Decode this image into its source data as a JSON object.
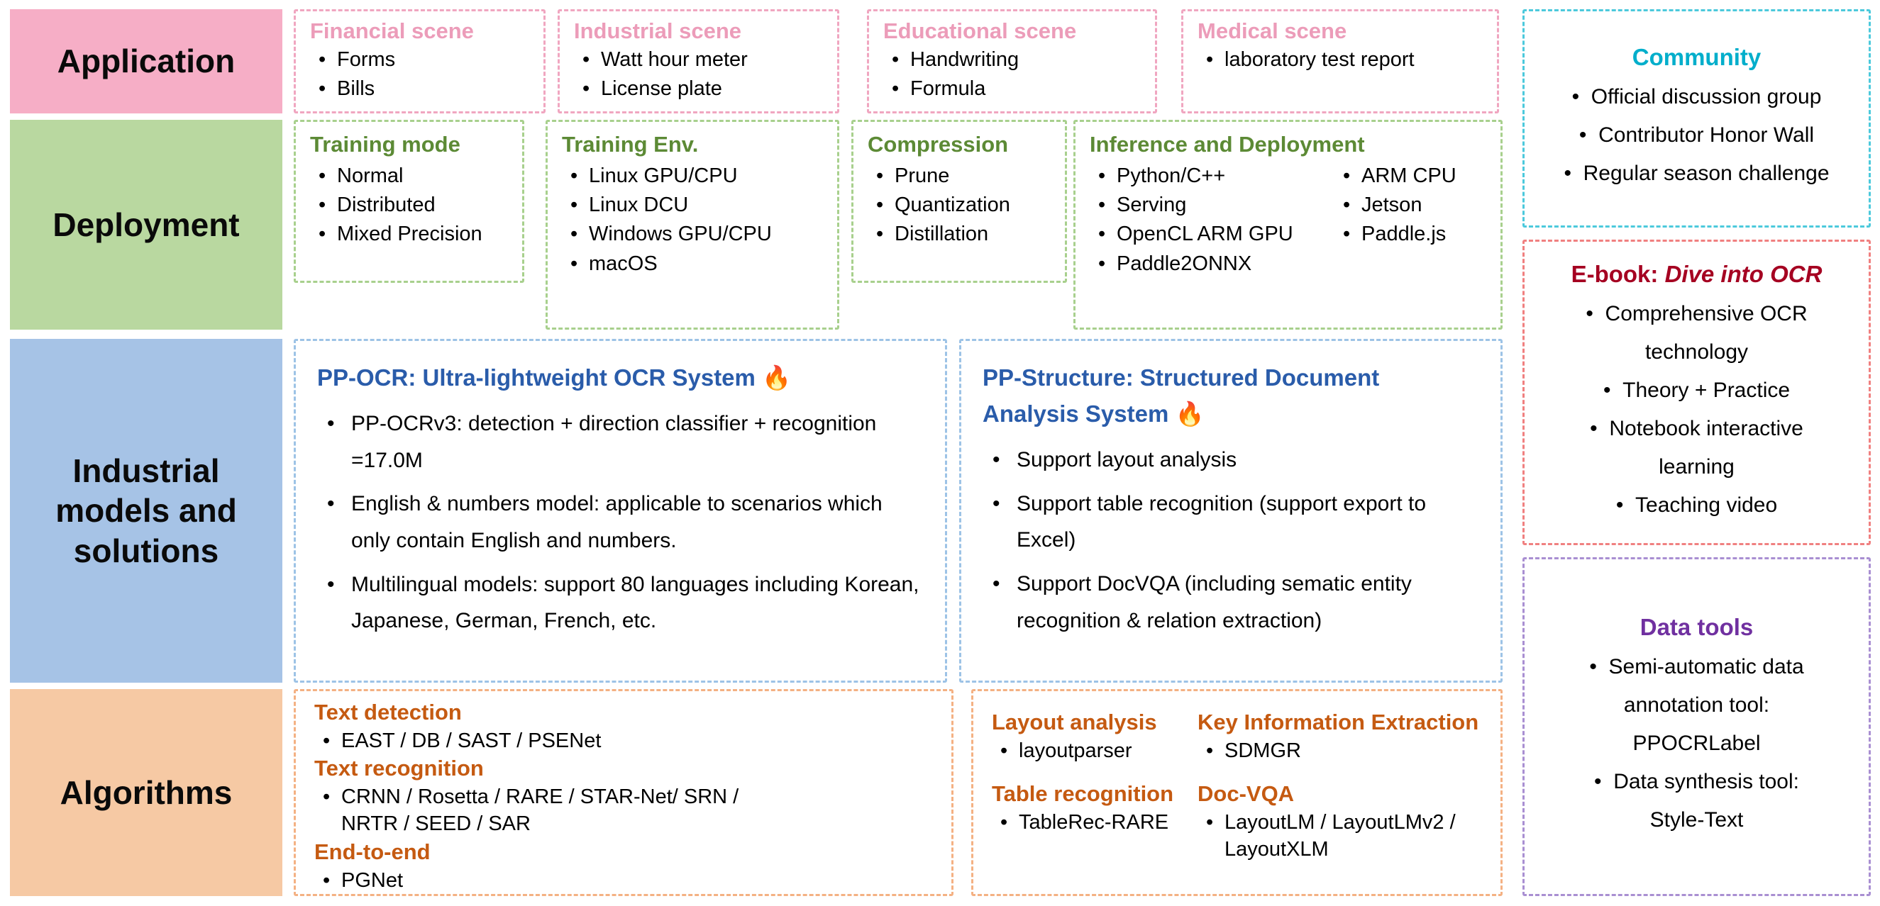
{
  "colors": {
    "application_bg": "#f6aec6",
    "application_border": "#f0a6c0",
    "application_title": "#ec9cb9",
    "deployment_bg": "#b9d8a0",
    "deployment_border": "#a8d08d",
    "deployment_title": "#5c8a35",
    "industrial_bg": "#a6c3e6",
    "industrial_border": "#9dc3e6",
    "industrial_title": "#2a5caa",
    "algorithms_bg": "#f6c9a4",
    "algorithms_border": "#f4b183",
    "algorithms_title": "#c55a11",
    "community_accent": "#00aecb",
    "ebook_accent": "#a50021",
    "datatools_accent": "#7030a0"
  },
  "labels": {
    "application": "Application",
    "deployment": "Deployment",
    "industrial": "Industrial models and solutions",
    "algorithms": "Algorithms"
  },
  "application": {
    "boxes": [
      {
        "title": "Financial scene",
        "items": [
          "Forms",
          "Bills"
        ]
      },
      {
        "title": "Industrial scene",
        "items": [
          "Watt hour meter",
          "License plate"
        ]
      },
      {
        "title": "Educational scene",
        "items": [
          "Handwriting",
          "Formula"
        ]
      },
      {
        "title": "Medical scene",
        "items": [
          "laboratory test report"
        ]
      }
    ]
  },
  "deployment": {
    "training_mode": {
      "title": "Training mode",
      "items": [
        "Normal",
        "Distributed",
        "Mixed Precision"
      ]
    },
    "training_env": {
      "title": "Training Env.",
      "items": [
        "Linux GPU/CPU",
        "Linux DCU",
        "Windows GPU/CPU",
        "macOS"
      ]
    },
    "compression": {
      "title": "Compression",
      "items": [
        "Prune",
        "Quantization",
        "Distillation"
      ]
    },
    "inference": {
      "title": "Inference and Deployment",
      "col1": [
        "Python/C++",
        "Serving",
        "OpenCL ARM GPU",
        "Paddle2ONNX"
      ],
      "col2": [
        "ARM CPU",
        "Jetson",
        "Paddle.js"
      ]
    }
  },
  "industrial": {
    "ppocr": {
      "title": "PP-OCR: Ultra-lightweight OCR System",
      "flame": "🔥",
      "items": [
        "PP-OCRv3: detection + direction classifier + recognition =17.0M",
        "English & numbers model: applicable to scenarios which only contain English and numbers.",
        "Multilingual models: support 80 languages including Korean, Japanese, German, French, etc."
      ]
    },
    "ppstructure": {
      "title": "PP-Structure: Structured Document Analysis System",
      "flame": "🔥",
      "items": [
        "Support layout analysis",
        "Support table recognition (support export to Excel)",
        "Support DocVQA (including sematic entity recognition & relation extraction)"
      ]
    }
  },
  "algorithms": {
    "text_detection": {
      "title": "Text detection",
      "items": [
        "EAST / DB / SAST / PSENet"
      ]
    },
    "text_recognition": {
      "title": "Text recognition",
      "items": [
        "CRNN / Rosetta / RARE / STAR-Net/ SRN / NRTR / SEED / SAR"
      ]
    },
    "end_to_end": {
      "title": "End-to-end",
      "items": [
        "PGNet"
      ]
    },
    "layout_analysis": {
      "title": "Layout analysis",
      "items": [
        "layoutparser"
      ]
    },
    "table_recognition": {
      "title": "Table recognition",
      "items": [
        "TableRec-RARE"
      ]
    },
    "kie": {
      "title": "Key Information Extraction",
      "items": [
        "SDMGR"
      ]
    },
    "docvqa": {
      "title": "Doc-VQA",
      "items": [
        "LayoutLM / LayoutLMv2 / LayoutXLM"
      ]
    }
  },
  "sidebar": {
    "community": {
      "title": "Community",
      "items": [
        "Official discussion group",
        "Contributor Honor Wall",
        "Regular season challenge"
      ]
    },
    "ebook": {
      "title_prefix": "E-book: ",
      "title_name": "Dive into OCR",
      "items": [
        "Comprehensive OCR technology",
        "Theory + Practice",
        "Notebook interactive learning",
        "Teaching video"
      ]
    },
    "data_tools": {
      "title": "Data tools",
      "items": [
        "Semi-automatic data annotation tool: PPOCRLabel",
        "Data synthesis tool: Style-Text"
      ]
    }
  }
}
